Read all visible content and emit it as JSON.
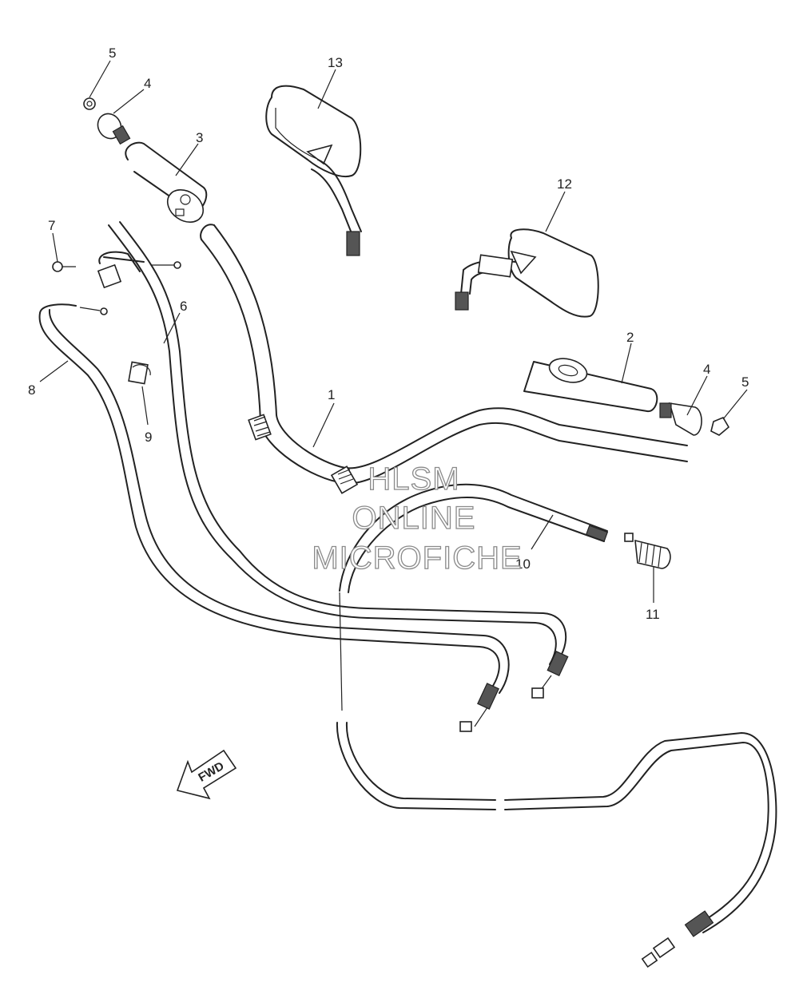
{
  "watermark": {
    "line1": "HLSM",
    "line2": "ONLINE",
    "line3": "MICROFICHE"
  },
  "direction_arrow": "FWD",
  "callouts": [
    {
      "id": "1",
      "label": "1"
    },
    {
      "id": "2",
      "label": "2"
    },
    {
      "id": "3",
      "label": "3"
    },
    {
      "id": "4a",
      "label": "4"
    },
    {
      "id": "4b",
      "label": "4"
    },
    {
      "id": "5a",
      "label": "5"
    },
    {
      "id": "5b",
      "label": "5"
    },
    {
      "id": "6",
      "label": "6"
    },
    {
      "id": "7",
      "label": "7"
    },
    {
      "id": "8",
      "label": "8"
    },
    {
      "id": "9",
      "label": "9"
    },
    {
      "id": "10",
      "label": "10"
    },
    {
      "id": "11",
      "label": "11"
    },
    {
      "id": "12",
      "label": "12"
    },
    {
      "id": "13",
      "label": "13"
    }
  ]
}
